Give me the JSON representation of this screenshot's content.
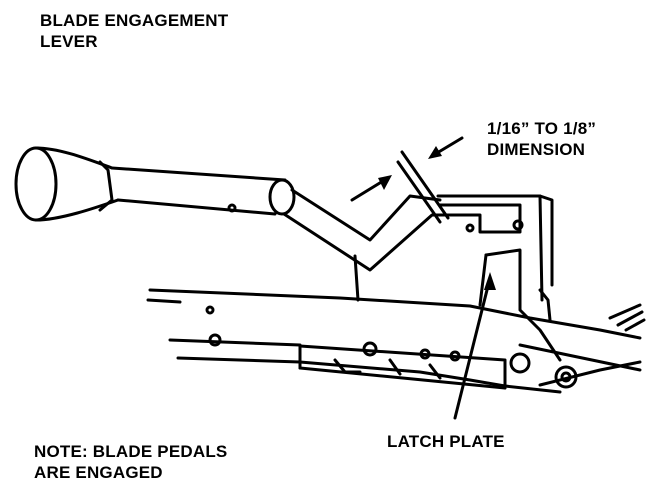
{
  "labels": {
    "blade_lever": [
      "BLADE ENGAGEMENT",
      "LEVER"
    ],
    "dimension": [
      "1/16” TO 1/8”",
      "DIMENSION"
    ],
    "latch_plate": "LATCH PLATE",
    "note": [
      "NOTE: BLADE PEDALS",
      "ARE ENGAGED"
    ]
  },
  "colors": {
    "ink": "#000000",
    "paper": "#ffffff"
  }
}
